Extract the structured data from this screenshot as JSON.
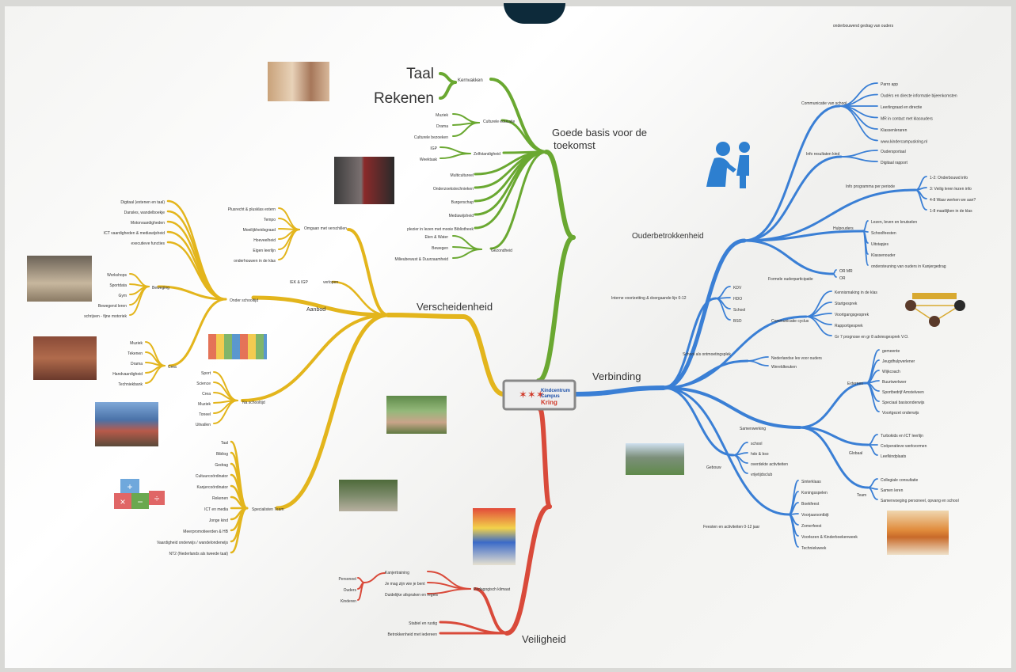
{
  "corner_note": "onderbouwend gedrag van ouders",
  "center": {
    "logo_top": "Kindcentrum",
    "logo_mid": "Campus",
    "logo_bottom": "Kring"
  },
  "colors": {
    "green": "#6aa831",
    "yellow": "#e3b51c",
    "blue": "#3a7fd5",
    "red": "#d94a3a",
    "text": "#333333"
  },
  "branches": {
    "green": {
      "title_line1": "Goede basis voor de",
      "title_line2": "toekomst",
      "kernvakken": {
        "label": "Kernvakken",
        "items": [
          "Taal",
          "Rekenen"
        ]
      },
      "culturele_educatie": {
        "label": "Culturele educatie",
        "items": [
          "Muziek",
          "Drama",
          "Culturele bezoeken"
        ]
      },
      "zelfstandigheid": {
        "label": "Zelfstandigheid",
        "items": [
          "IGP",
          "Weektaak"
        ]
      },
      "singles": [
        "Multicultureel",
        "Onderzoekstechnieken",
        "Burgerschap",
        "Mediawijsheid",
        "plezier in lezen met mooie Bibliotheek"
      ],
      "gezondheid": {
        "label": "Gezondheid",
        "items": [
          "Eten & Water",
          "Bewegen",
          "Milieubewust & Duurzaamheid"
        ]
      }
    },
    "yellow": {
      "title": "Verscheidenheid",
      "aanbod": "Aanbod",
      "omgaan": {
        "label": "Omgaan met verschillen",
        "items": [
          "Plusrecht & plusklas extern",
          "Tempo",
          "Moeilijkheidsgraad",
          "Hoeveelheid",
          "Eigen leerlijn",
          "onderhouwen in de klas"
        ]
      },
      "extra": {
        "label": "verlopen",
        "items": [
          "IEK & IGP"
        ]
      },
      "onder": {
        "label": "Onder schooltijd",
        "top_items": [
          "Digitaal (extenen en taal)",
          "Dansles, wandelboekje",
          "Motorvaardigheden",
          "ICT vaardigheden & mediawijsheid",
          "executieve functies"
        ]
      },
      "beweging": {
        "label": "Beweging",
        "items": [
          "Workshops",
          "Sportdata",
          "Gym",
          "Bewegend leren",
          "schrijven - fijne motoriek"
        ]
      },
      "crea": {
        "label": "Crea",
        "items": [
          "Muziek",
          "Tekenen",
          "Drama",
          "Handvaardigheid",
          "Techniekbank"
        ]
      },
      "na": {
        "label": "Na schooltijd",
        "items": [
          "Sport",
          "Science",
          "Crea",
          "Muziek",
          "Toneel",
          "Uitvallen"
        ]
      },
      "specialisten": {
        "label": "Specialisten Team",
        "items": [
          "Taal",
          "Bibliog",
          "Gedrag",
          "Cultuurcoördinator",
          "Kanjercoördinator",
          "Rekenen",
          "ICT en media",
          "Jonge kind",
          "Meerpromotieerden & HB",
          "Vaardigheid onderwijs / wandelonderwijs",
          "NT2 (Nederlands als tweede taal)"
        ]
      }
    },
    "blue": {
      "ouder": "Ouderbetrokkenheid",
      "verbinding": "Verbinding",
      "communicatie": {
        "label": "Communicatie van school",
        "items": [
          "Parro app",
          "Oudérs en directe informatie bijeenkomsten",
          "Leerlingraad en directie",
          "MR in contact met klasouders",
          "Klassenleraren",
          "www.kindercampuskring.nl"
        ]
      },
      "info_kind": {
        "label": "Info resultaten kind",
        "items": [
          "Oudersportaal",
          "Digitaal rapport"
        ]
      },
      "info_groep": {
        "label": "Info programma per periode",
        "items": [
          "1-2: Onderbouwd info",
          "3: Veilig leren lezen info",
          "4-8 Waar werken we aan?",
          "1-8 maatlijken in de klas"
        ]
      },
      "helpen": {
        "label": "Hulpouders",
        "items": [
          "Lezen, leven en knutselen",
          "Schoolfeesten",
          "Uitstapjes",
          "Klassenouder",
          "ondersteuning van ouders in Kanjergedrag"
        ]
      },
      "formele": {
        "label": "Formele ouderparticipatie",
        "items": [
          "OR MR",
          "OR"
        ]
      },
      "interne": {
        "label": "Interne voortzetting & doorgaande lijn 0-12",
        "items": [
          "KDV",
          "HDO",
          "School",
          "BSO"
        ]
      },
      "cyclus": {
        "label": "Communicatie cyclus",
        "items": [
          "Kennismaking in de klas",
          "Startgesprek",
          "Voortgangsgesprek",
          "Rapportgesprek",
          "Gr 7 prognose en gr 8 adviesgesprek V.O."
        ]
      },
      "school": {
        "label": "School als ontmoetingsplek",
        "items": [
          "Nederlandse les voor ouders",
          "Wereldkeuken"
        ]
      },
      "samenwerking": "Samenwerking",
      "externen": {
        "label": "Externen",
        "items": [
          "gemeente",
          "Jeugdhulpverlener",
          "Wijkcoach",
          "Buurtwerkwer",
          "Sportbedrijf Amstelveen",
          "Speciaal basisonderwijs",
          "Voortgezet onderwijs"
        ]
      },
      "globaal": {
        "label": "Globaal",
        "items": [
          "Turbokids en ICT leerlijn",
          "Coöperatieve werkvormen",
          "Leefkindplaats"
        ]
      },
      "team": {
        "label": "Team",
        "items": [
          "Collegiale consultatie",
          "Samen leren",
          "Samenvoeging personeel, opvang en school"
        ]
      },
      "gebouw": {
        "label": "Gebouw",
        "items": [
          "school",
          "hdo & bso",
          "overdekte activiteiten",
          "vrijetijdsclub"
        ]
      },
      "feesten": {
        "label": "Feesten en activiteiten 0-12 jaar",
        "items": [
          "Sinterklaas",
          "Koningsspelen",
          "Boekfeest",
          "Voorjaarsontbijt",
          "Zomerfeest",
          "Voorlezen & Kinderboekenweek",
          "Techniekweek"
        ]
      }
    },
    "red": {
      "title": "Veiligheid",
      "pedagogisch": {
        "label": "Pedagogisch klimaat",
        "items": [
          "Kanjertraining",
          "Je mag zijn wie je bent",
          "Duidelijke afspraken en regels"
        ]
      },
      "kanjer": [
        "Personeel",
        "Ouders",
        "Kinderen"
      ],
      "singles": [
        "Stabiel en rustig",
        "Betrokkenheid met iedereen"
      ]
    }
  }
}
